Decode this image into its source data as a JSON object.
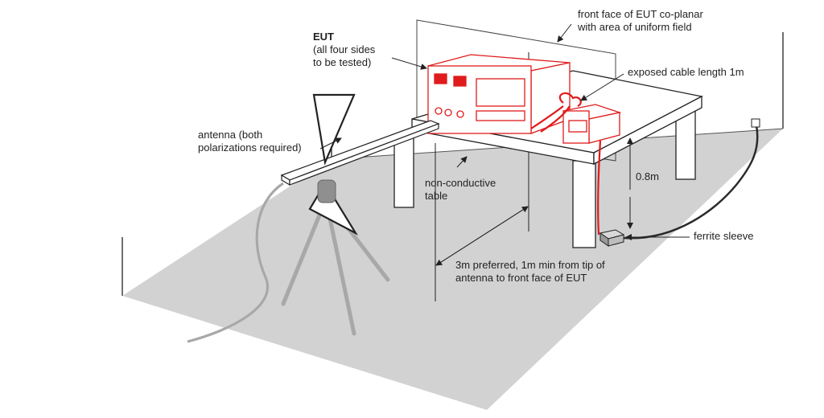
{
  "colors": {
    "line": "#222222",
    "floor": "#d2d2d2",
    "equipment": "#e01b1b",
    "cable": "#2a2a2a",
    "tripod": "#a8a8a8"
  },
  "labels": {
    "eut_title": "EUT",
    "eut_note_line1": "(all four sides",
    "eut_note_line2": "to be tested)",
    "antenna_line1": "antenna (both",
    "antenna_line2": "polarizations required)",
    "front_face_line1": "front face of EUT co-planar",
    "front_face_line2": "with area of uniform field",
    "cable_length": "exposed cable length 1m",
    "table_line1": "non-conductive",
    "table_line2": "table",
    "height": "0.8m",
    "ferrite": "ferrite sleeve",
    "distance_line1": "3m preferred, 1m min from tip of",
    "distance_line2": "antenna to front face of EUT"
  }
}
